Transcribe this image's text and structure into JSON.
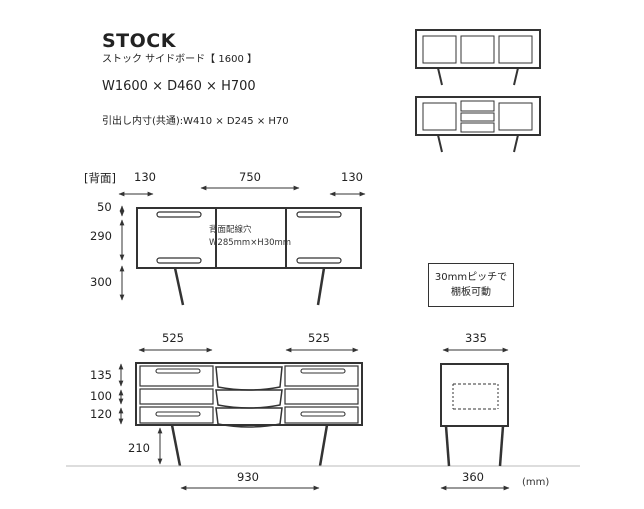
{
  "header": {
    "title": "STOCK",
    "subtitle": "ストック サイドボード【 1600 】",
    "dimensions": "W1600 × D460 × H700",
    "drawer_dimensions": "引出し内寸(共通):W410 × D245 × H70"
  },
  "back_view": {
    "label": "[背面]",
    "top_widths": [
      "130",
      "750",
      "130"
    ],
    "heights": [
      "50",
      "290",
      "300"
    ],
    "hole_label": "背面配線穴",
    "hole_size": "W285mm×H30mm"
  },
  "note": {
    "line1": "30mmピッチで",
    "line2": "棚板可動"
  },
  "front_view": {
    "top_widths": [
      "525",
      "525"
    ],
    "heights": [
      "135",
      "100",
      "120",
      "210"
    ],
    "leg_span": "930"
  },
  "side_view": {
    "depth_top": "335",
    "leg_span": "360"
  },
  "unit": "(mm)",
  "colors": {
    "line": "#333333",
    "wood": "#222222"
  }
}
